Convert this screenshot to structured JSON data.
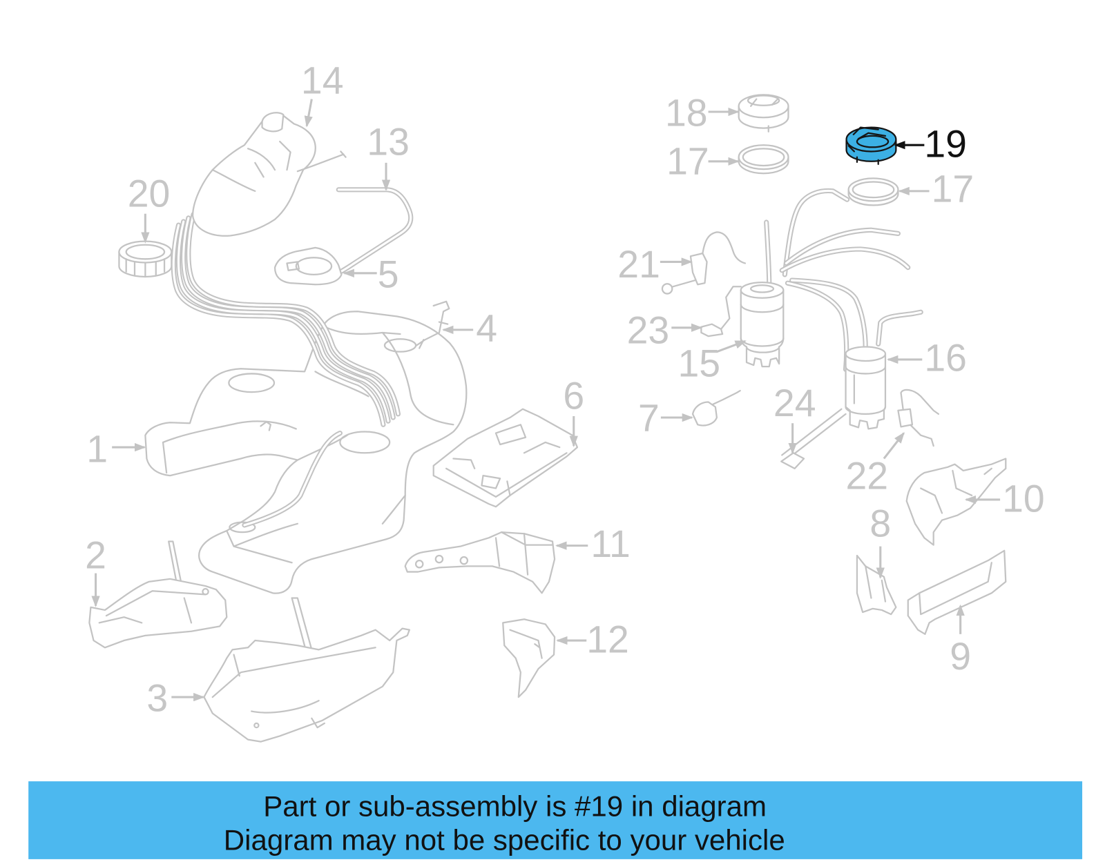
{
  "callouts": {
    "part_1": "1",
    "part_2": "2",
    "part_3": "3",
    "part_4": "4",
    "part_5": "5",
    "part_6": "6",
    "part_7": "7",
    "part_8": "8",
    "part_9": "9",
    "part_10": "10",
    "part_11": "11",
    "part_12": "12",
    "part_13": "13",
    "part_14": "14",
    "part_15": "15",
    "part_16": "16",
    "part_17_upper": "17",
    "part_17_lower": "17",
    "part_18": "18",
    "part_19": "19",
    "part_20": "20",
    "part_21": "21",
    "part_22": "22",
    "part_23": "23",
    "part_24": "24"
  },
  "colors": {
    "highlight": "#3cb0e4",
    "banner": "#4cb8ef",
    "line_art": "#c3c3c3",
    "active_text": "#111111"
  },
  "banner": {
    "line1": "Part or sub-assembly is #19 in diagram",
    "line2": "Diagram may not be specific to your vehicle"
  }
}
